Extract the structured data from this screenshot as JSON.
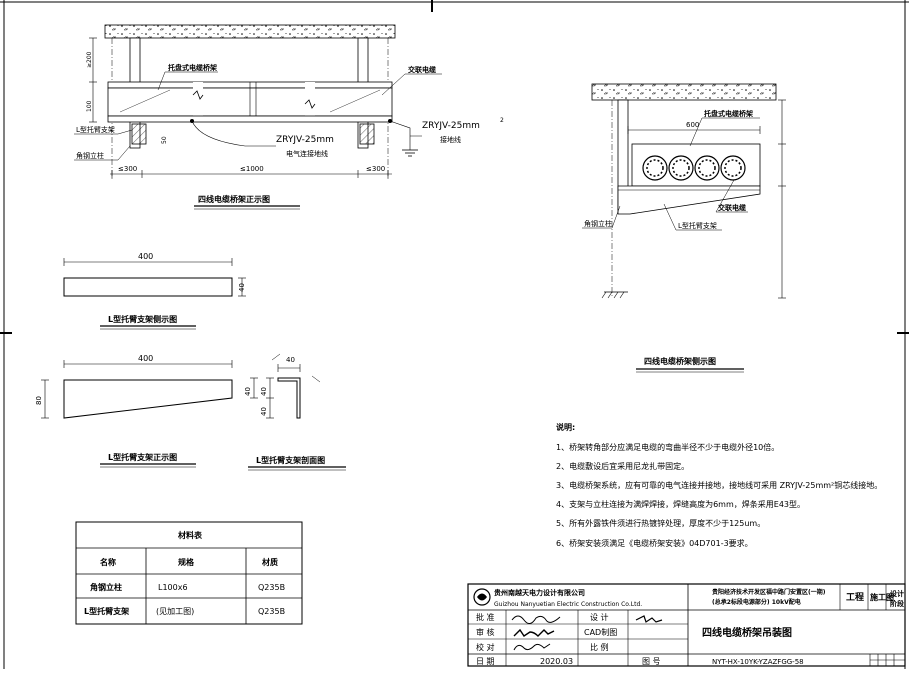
{
  "front_view": {
    "label_tray": "托盘式电缆桥架",
    "label_cable": "交联电缆",
    "label_bracket": "L型托臂支架",
    "label_post": "角钢立柱",
    "label_wire1": "ZRYJV-25mm",
    "label_wire1_note": "电气连接地线",
    "label_wire2": "ZRYJV-25mm",
    "label_wire2_sup": "2",
    "label_wire2_note": "接地线",
    "dim_total": "≤1000",
    "dim_left": "≤300",
    "dim_right": "≤300",
    "dim_side": "≥200",
    "dim_tray": "100",
    "dim_post": "50",
    "title": "四线电缆桥架正示图"
  },
  "side_bracket": {
    "dim_length": "400",
    "dim_height": "40",
    "title": "L型托臂支架侧示图"
  },
  "front_bracket": {
    "dim_length": "400",
    "dim_height": "80",
    "title": "L型托臂支架正示图"
  },
  "section": {
    "dim_top": "40",
    "dim_a": "40",
    "dim_b": "40",
    "dim_c": "40",
    "title": "L型托臂支架剖面图"
  },
  "side_view": {
    "label_tray": "托盘式电缆桥架",
    "dim_width": "600",
    "label_cable": "交联电缆",
    "label_post": "角钢立柱",
    "label_bracket": "L型托臂支架",
    "title": "四线电缆桥架侧示图"
  },
  "notes": {
    "heading": "说明:",
    "items": [
      "1、桥架转角部分应满足电缆的弯曲半径不少于电缆外径10倍。",
      "2、电缆敷设后宜采用尼龙扎带固定。",
      "3、电缆桥架系统，应有可靠的电气连接并接地，接地线可采用 ZRYJV-25mm²铜芯线接地。",
      "4、支架与立柱连接为满焊焊接，焊缝高度为6mm，焊条采用E43型。",
      "5、所有外露铁件须进行热镀锌处理，厚度不少于125um。",
      "6、桥架安装须满足《电缆桥架安装》04D701-3要求。"
    ]
  },
  "materials": {
    "title": "材料表",
    "headers": [
      "名称",
      "规格",
      "材质"
    ],
    "rows": [
      [
        "角钢立柱",
        "L100x6",
        "Q235B"
      ],
      [
        "L型托臂支架",
        "(见加工图)",
        "Q235B"
      ]
    ]
  },
  "title_block": {
    "company_cn": "贵州南越天电力设计有限公司",
    "company_en": "Guizhou Nanyuetian Electric Construction Co.Ltd.",
    "project_line1": "贵阳经济技术开发区福中路门安置区(一期)",
    "project_line2": "(总承2标段电源部分) 10kV配电",
    "stage_label": "工程",
    "stage_value": "施工图",
    "design_label": "设计",
    "design_label2": "阶段",
    "approve": "批 准",
    "review": "审 核",
    "check": "校 对",
    "date_label": "日 期",
    "date_value": "2020.03",
    "design": "设 计",
    "cad": "CAD制图",
    "scale": "比 例",
    "drawing_no_label": "图 号",
    "drawing_title": "四线电缆桥架吊装图",
    "drawing_no": "NYT-HX-10YK-YZAZFGG-58"
  }
}
